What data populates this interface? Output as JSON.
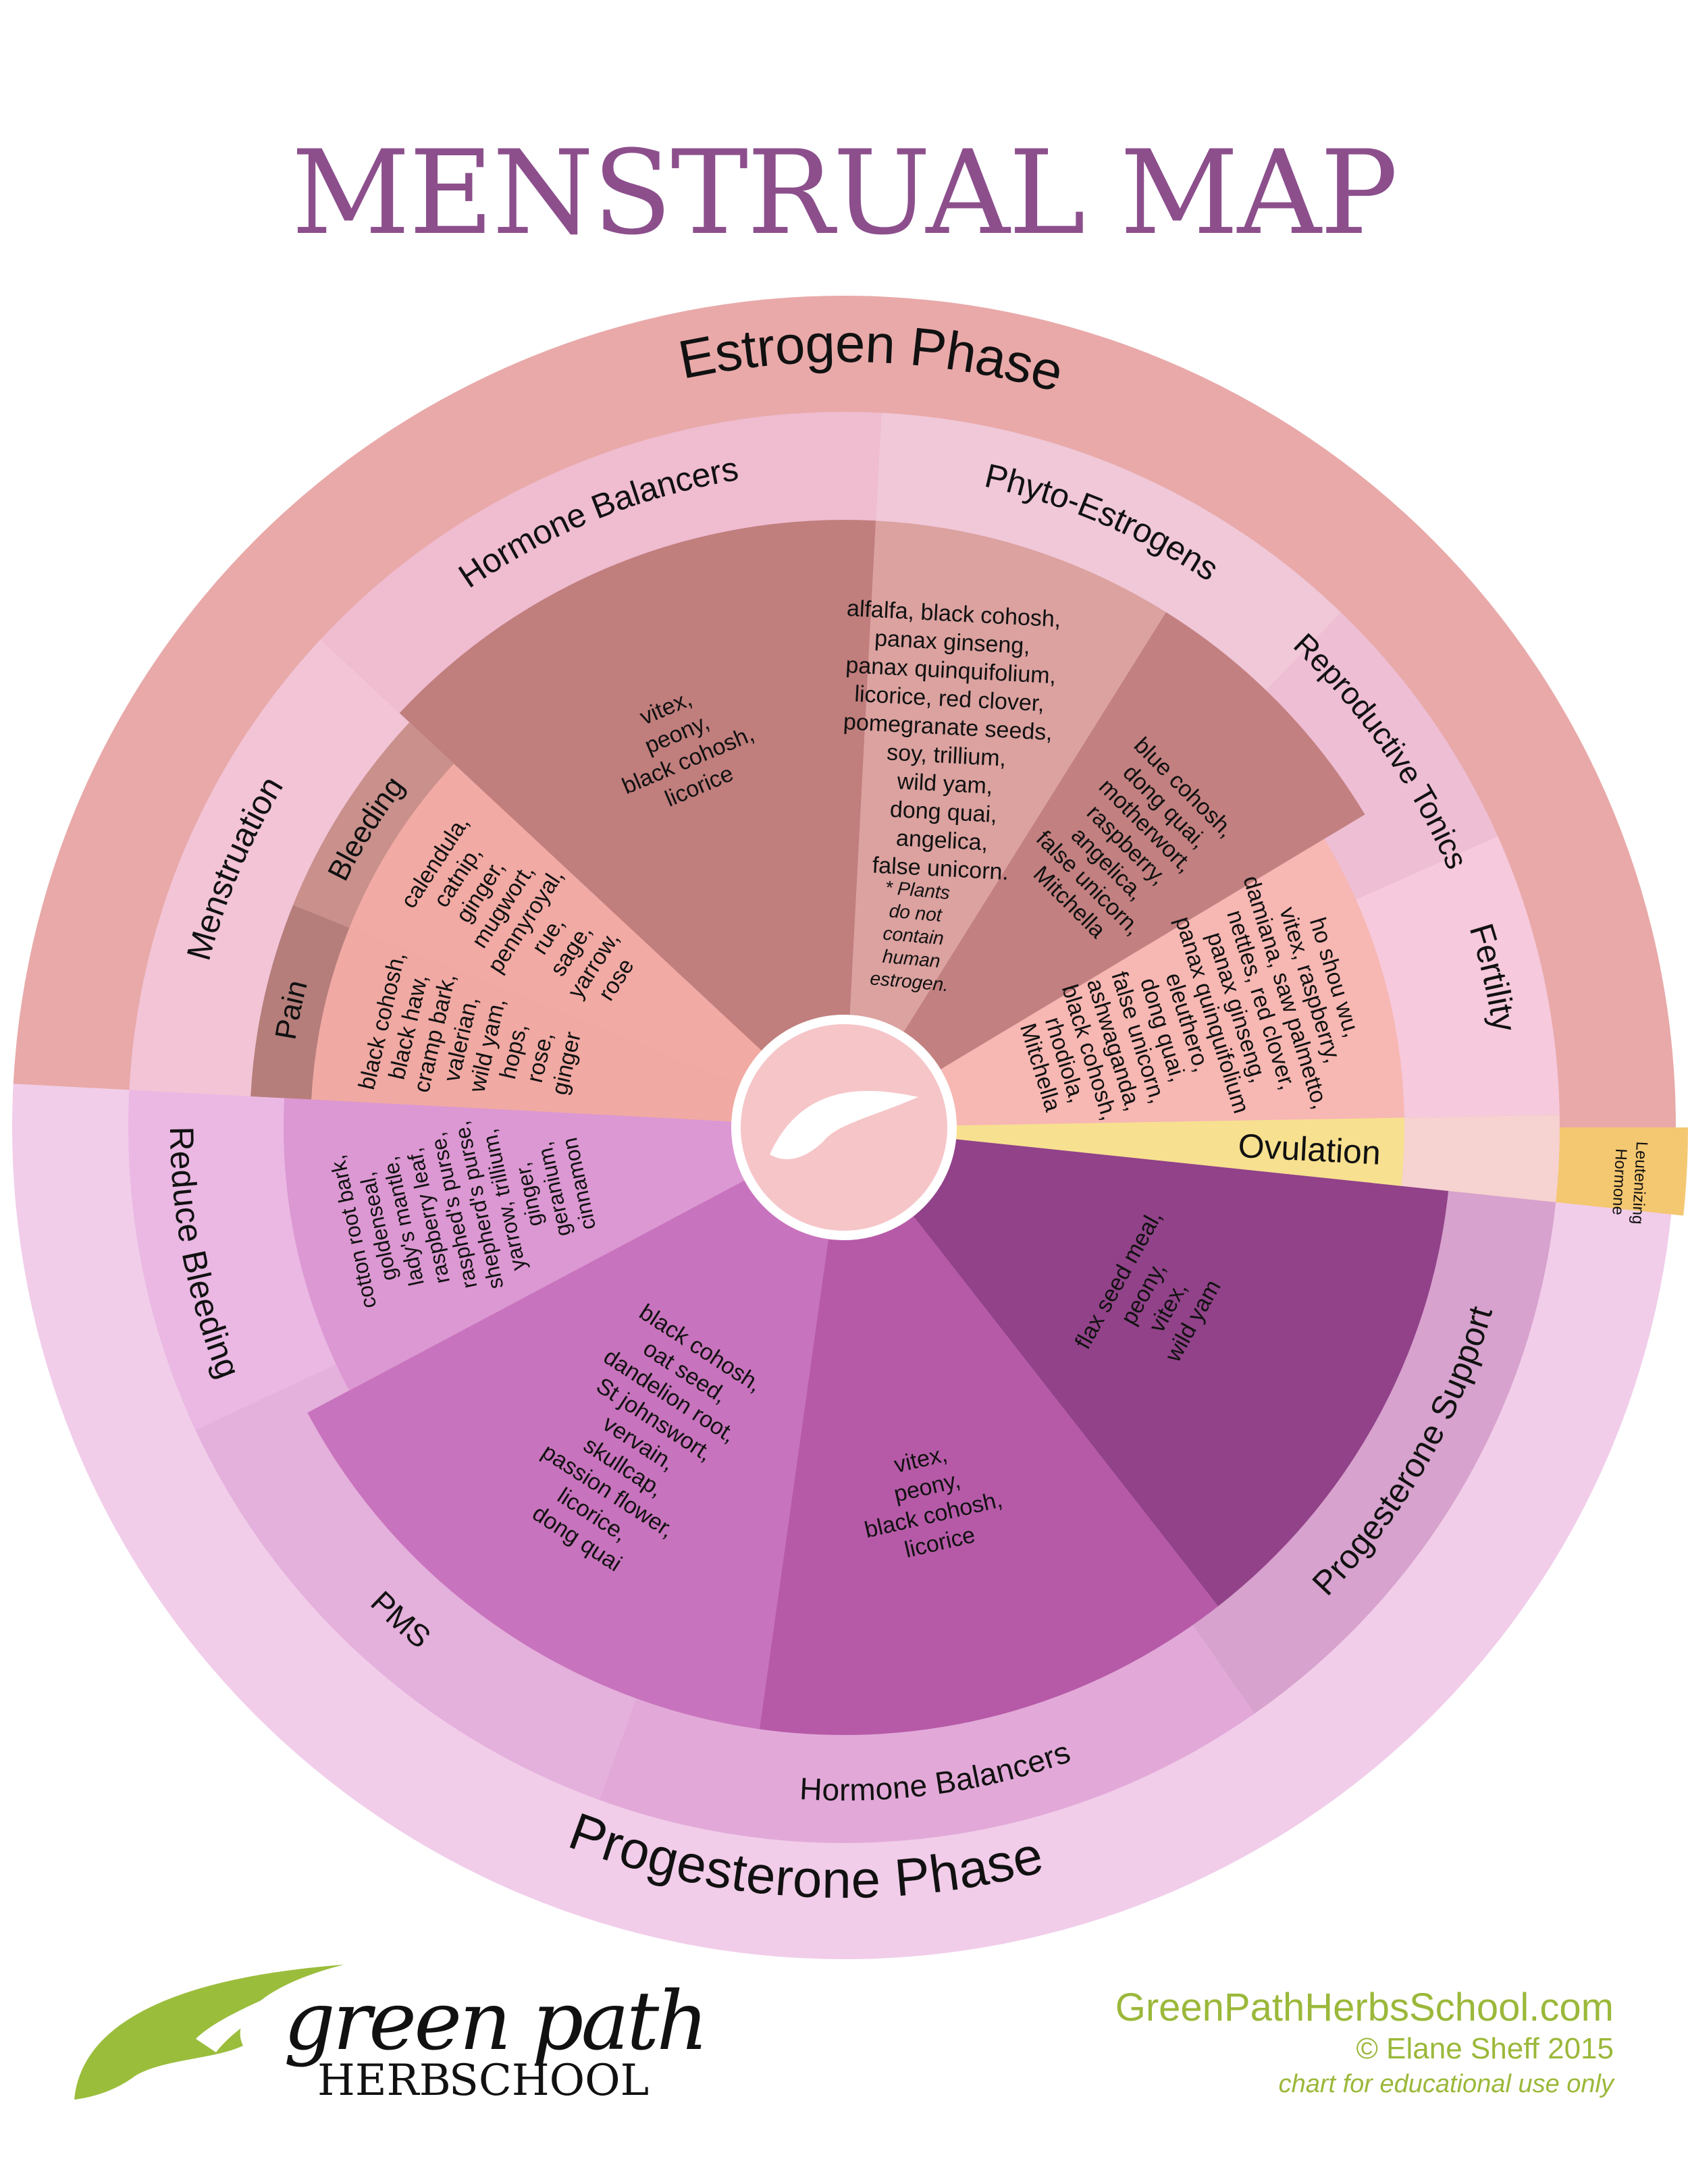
{
  "title": "MENSTRUAL MAP",
  "wheel": {
    "estrogen_phase": {
      "label": "Estrogen Phase",
      "color": "#e9a9a9",
      "categories": {
        "menstruation": "Menstruation",
        "pain": "Pain",
        "bleeding": "Bleeding",
        "hormone_balancers": "Hormone Balancers",
        "phyto_estrogens": "Phyto-Estrogens",
        "reproductive_tonics": "Reproductive Tonics",
        "fertility": "Fertility"
      },
      "herbs": {
        "pain": [
          "black cohosh,",
          "black haw,",
          "cramp bark,",
          "valerian,",
          "wild yam,",
          "hops,",
          "rose,",
          "ginger"
        ],
        "bleeding": [
          "calendula,",
          "catnip,",
          "ginger,",
          "mugwort,",
          "pennyroyal,",
          "rue,",
          "sage,",
          "yarrow,",
          "rose"
        ],
        "hormone_balancers": [
          "vitex,",
          "peony,",
          "black cohosh,",
          "licorice"
        ],
        "phyto_estrogens": [
          "alfalfa, black cohosh,",
          "panax ginseng,",
          "panax quinquifolium,",
          "licorice, red clover,",
          "pomegranate seeds,",
          "soy, trillium,",
          "wild yam,",
          "dong quai,",
          "angelica,",
          "false unicorn."
        ],
        "phyto_note": [
          "* Plants",
          "do not",
          "contain",
          "human",
          "estrogen."
        ],
        "reproductive_tonics": [
          "blue cohosh,",
          "dong quai,",
          "motherwort,",
          "raspberry,",
          "angelica,",
          "false unicorn,",
          "Mitchella"
        ],
        "fertility": [
          "ho shou wu,",
          "vitex, raspberry,",
          "damiana, saw palmetto,",
          "nettles, red clover,",
          "panax ginseng,",
          "panax quinquifolium",
          "eleuthero,",
          "dong quai,",
          "false unicorn,",
          "ashwaganda,",
          "black cohosh,",
          "rhodiola,",
          "Mitchella"
        ]
      }
    },
    "ovulation": {
      "label": "Ovulation",
      "color": "#f7e08f"
    },
    "leutenizing": {
      "line1": "Leutenizing",
      "line2": "Hormone",
      "color": "#f4c771"
    },
    "progesterone_phase": {
      "label": "Progesterone Phase",
      "color": "#f1cdea",
      "categories": {
        "reduce_bleeding": "Reduce Bleeding",
        "pms": "PMS",
        "hormone_balancers": "Hormone Balancers",
        "progesterone_support": "Progesterone Support"
      },
      "herbs": {
        "reduce_bleeding": [
          "cotton root bark,",
          "goldenseal,",
          "lady's mantle,",
          "raspberry leaf,",
          "rasphed's purse,",
          "shepherd's purse,",
          "yarrow, trillium,",
          "ginger,",
          "geranium,",
          "cinnamon"
        ],
        "pms": [
          "black cohosh,",
          "oat seed,",
          "dandelion root,",
          "St johnswort,",
          "vervain,",
          "skullcap,",
          "passion flower,",
          "licorice,",
          "dong quai"
        ],
        "hormone_balancers": [
          "vitex,",
          "peony,",
          "black cohosh,",
          "licorice"
        ],
        "progesterone_support": [
          "flax seed meal,",
          "peony,",
          "vitex,",
          "wild yam"
        ]
      }
    }
  },
  "footer": {
    "url": "GreenPathHerbsSchool.com",
    "copyright": "© Elane Sheff 2015",
    "note": "chart for educational use only"
  },
  "logo": {
    "line1": "green path",
    "herb": "HERB",
    "school": "SCHOOL"
  }
}
